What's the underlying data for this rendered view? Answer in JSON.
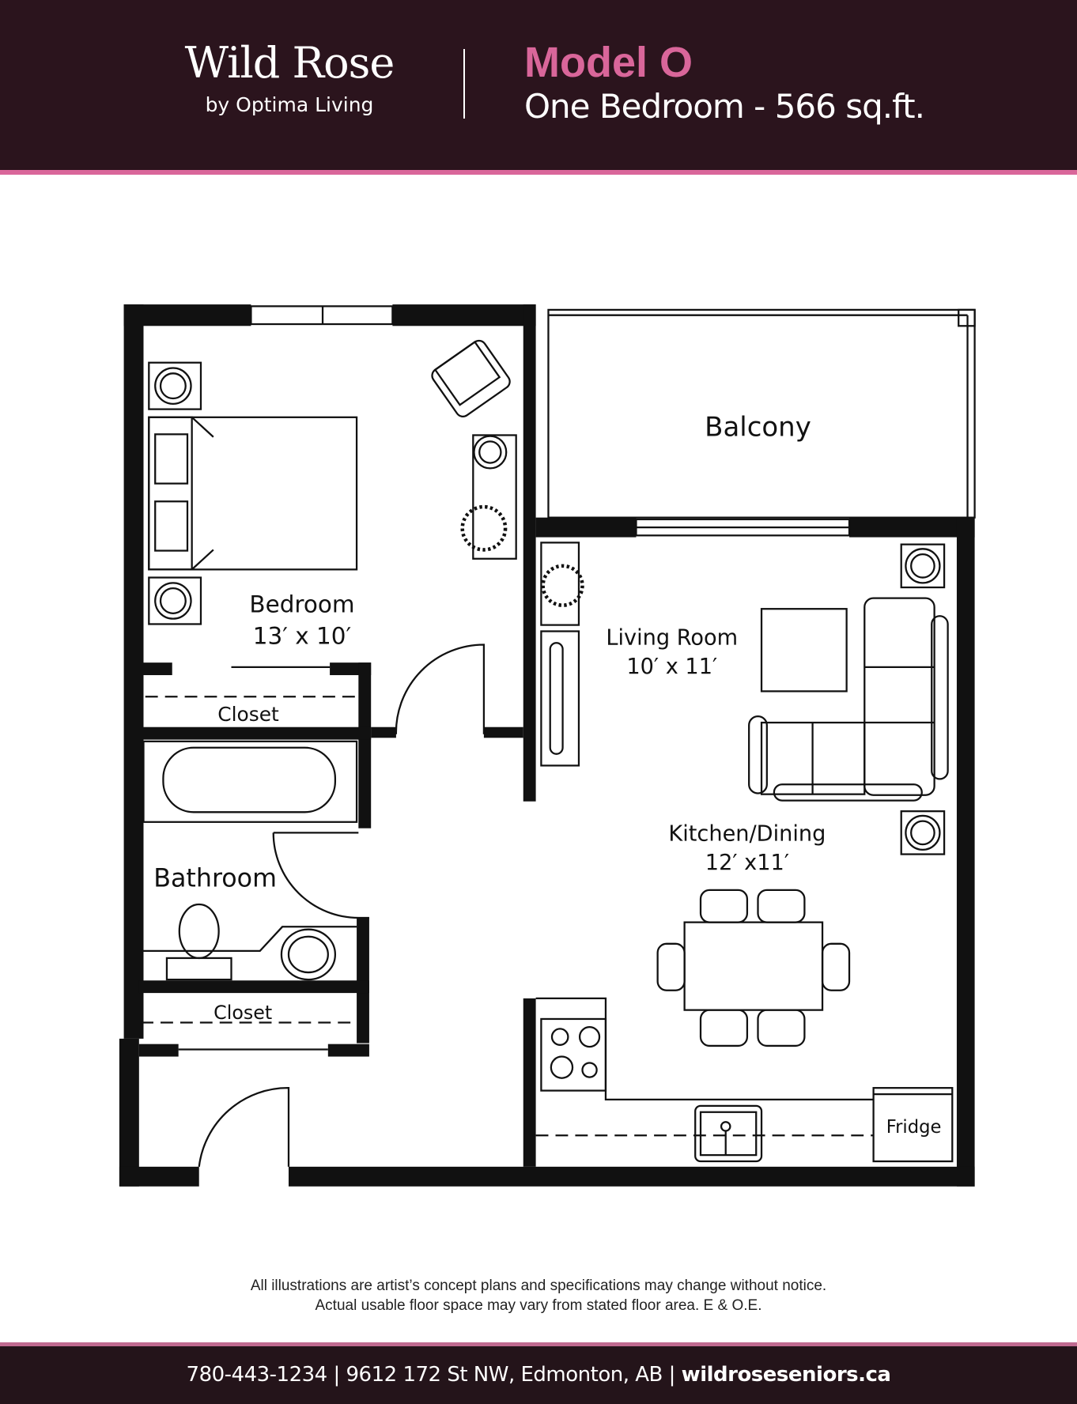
{
  "header": {
    "brand_name": "Wild Rose",
    "brand_sub": "by Optima Living",
    "model_title": "Model O",
    "model_subtitle": "One Bedroom - 566 sq.ft."
  },
  "rooms": {
    "balcony": "Balcony",
    "bedroom": "Bedroom",
    "bedroom_size": "13′ x 10′",
    "closet_top": "Closet",
    "bathroom": "Bathroom",
    "closet_bottom": "Closet",
    "living": "Living Room",
    "living_size": "10′ x 11′",
    "kitchen": "Kitchen/Dining",
    "kitchen_size": "12′ x11′",
    "fridge": "Fridge"
  },
  "disclaimer": {
    "line1": "All illustrations are artist’s concept plans and specifications may change without notice.",
    "line2": "Actual usable floor space may vary from stated floor area. E & O.E."
  },
  "footer": {
    "phone": "780-443-1234",
    "address": "9612 172 St NW, Edmonton, AB",
    "website": "wildroseseniors.ca",
    "sep": " | "
  },
  "colors": {
    "header_bg": "#2b141d",
    "accent": "#d9669a",
    "footer_bg": "#24141a"
  }
}
